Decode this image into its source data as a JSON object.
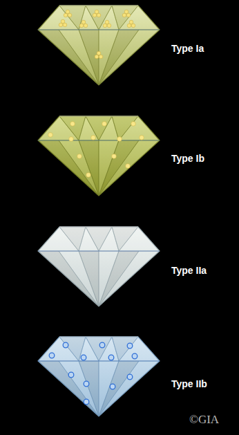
{
  "diagram": {
    "labels": [
      "Type Ia",
      "Type Ib",
      "Type IIa",
      "Type IIb",
      "©GIA"
    ]
  }
}
